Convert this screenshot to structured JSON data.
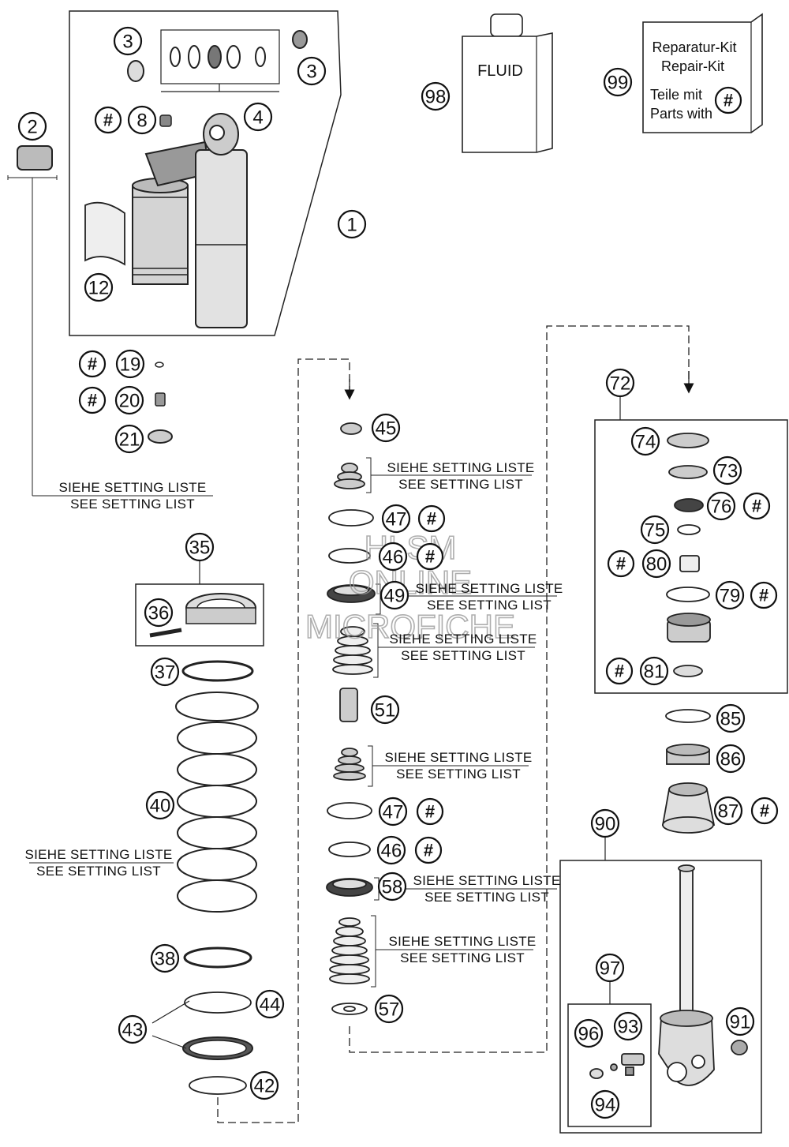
{
  "fluid_label": "FLUID",
  "kit": {
    "line1": "Reparatur-Kit",
    "line2": "Repair-Kit",
    "line3": "Teile mit",
    "line4": "Parts with"
  },
  "hash_symbol": "#",
  "setting": {
    "de": "SIEHE SETTING LISTE",
    "en": "SEE SETTING LIST"
  },
  "watermark": {
    "line1": "HLSM",
    "line2": "ONLINE",
    "line3": "MICROFICHE"
  },
  "callouts": {
    "c1": "1",
    "c2": "2",
    "c3": "3",
    "c4": "4",
    "c8": "8",
    "c12": "12",
    "c19": "19",
    "c20": "20",
    "c21": "21",
    "c35": "35",
    "c36": "36",
    "c37": "37",
    "c38": "38",
    "c40": "40",
    "c42": "42",
    "c43": "43",
    "c44": "44",
    "c45": "45",
    "c46": "46",
    "c47": "47",
    "c49": "49",
    "c51": "51",
    "c57": "57",
    "c58": "58",
    "c72": "72",
    "c73": "73",
    "c74": "74",
    "c75": "75",
    "c76": "76",
    "c79": "79",
    "c80": "80",
    "c81": "81",
    "c85": "85",
    "c86": "86",
    "c87": "87",
    "c90": "90",
    "c91": "91",
    "c93": "93",
    "c94": "94",
    "c96": "96",
    "c97": "97",
    "c98": "98",
    "c99": "99"
  }
}
